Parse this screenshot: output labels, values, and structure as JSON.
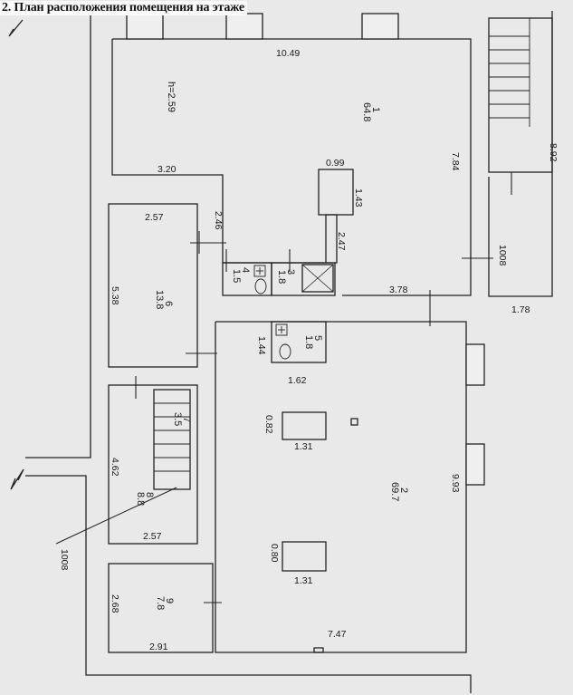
{
  "title": "2. План расположения помещения на этаже",
  "rooms": {
    "r1": {
      "number": "1",
      "area": "64.8",
      "height": "h=2.59"
    },
    "r2": {
      "number": "2",
      "area": "69.7"
    },
    "r3": {
      "number": "3",
      "area": "1.8"
    },
    "r4": {
      "number": "4",
      "area": "1.5"
    },
    "r5": {
      "number": "5",
      "area": "1.8"
    },
    "r6": {
      "number": "6",
      "area": "13.8"
    },
    "r7": {
      "number": "7",
      "area": "3.5"
    },
    "r8": {
      "number": "8",
      "area": "8.8"
    },
    "r9": {
      "number": "9",
      "area": "7.8"
    }
  },
  "dimensions": {
    "d_10_49": "10.49",
    "d_3_20": "3.20",
    "d_7_84": "7.84",
    "d_8_92": "8.92",
    "d_0_99": "0.99",
    "d_1_43": "1.43",
    "d_2_46": "2.46",
    "d_2_47": "2.47",
    "d_2_57_top": "2.57",
    "d_5_38": "5.38",
    "d_3_78": "3.78",
    "d_1008_right": "1008",
    "d_1_78": "1.78",
    "d_1_44": "1.44",
    "d_1_62": "1.62",
    "d_0_82": "0.82",
    "d_1_31_a": "1.31",
    "d_4_62": "4.62",
    "d_9_93": "9.93",
    "d_2_57_bottom": "2.57",
    "d_1008_left": "1008",
    "d_0_80": "0.80",
    "d_1_31_b": "1.31",
    "d_2_68": "2.68",
    "d_2_91": "2.91",
    "d_7_47": "7.47"
  }
}
